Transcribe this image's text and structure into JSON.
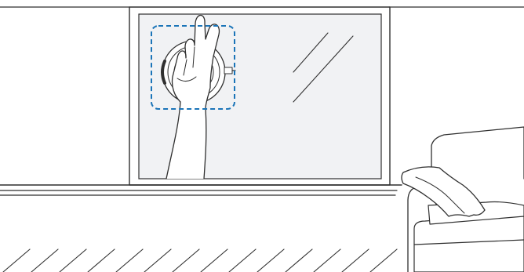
{
  "scene": {
    "components": [
      "wall",
      "window",
      "window-glass",
      "glare-lines",
      "suction-device",
      "hand",
      "highlight-box",
      "window-sill",
      "floor-hatching",
      "sofa",
      "cushion"
    ]
  },
  "colors": {
    "line": "#2f2f2f",
    "glass": "#f1f2f4",
    "background": "#ffffff",
    "highlight": "#1a74b8"
  }
}
